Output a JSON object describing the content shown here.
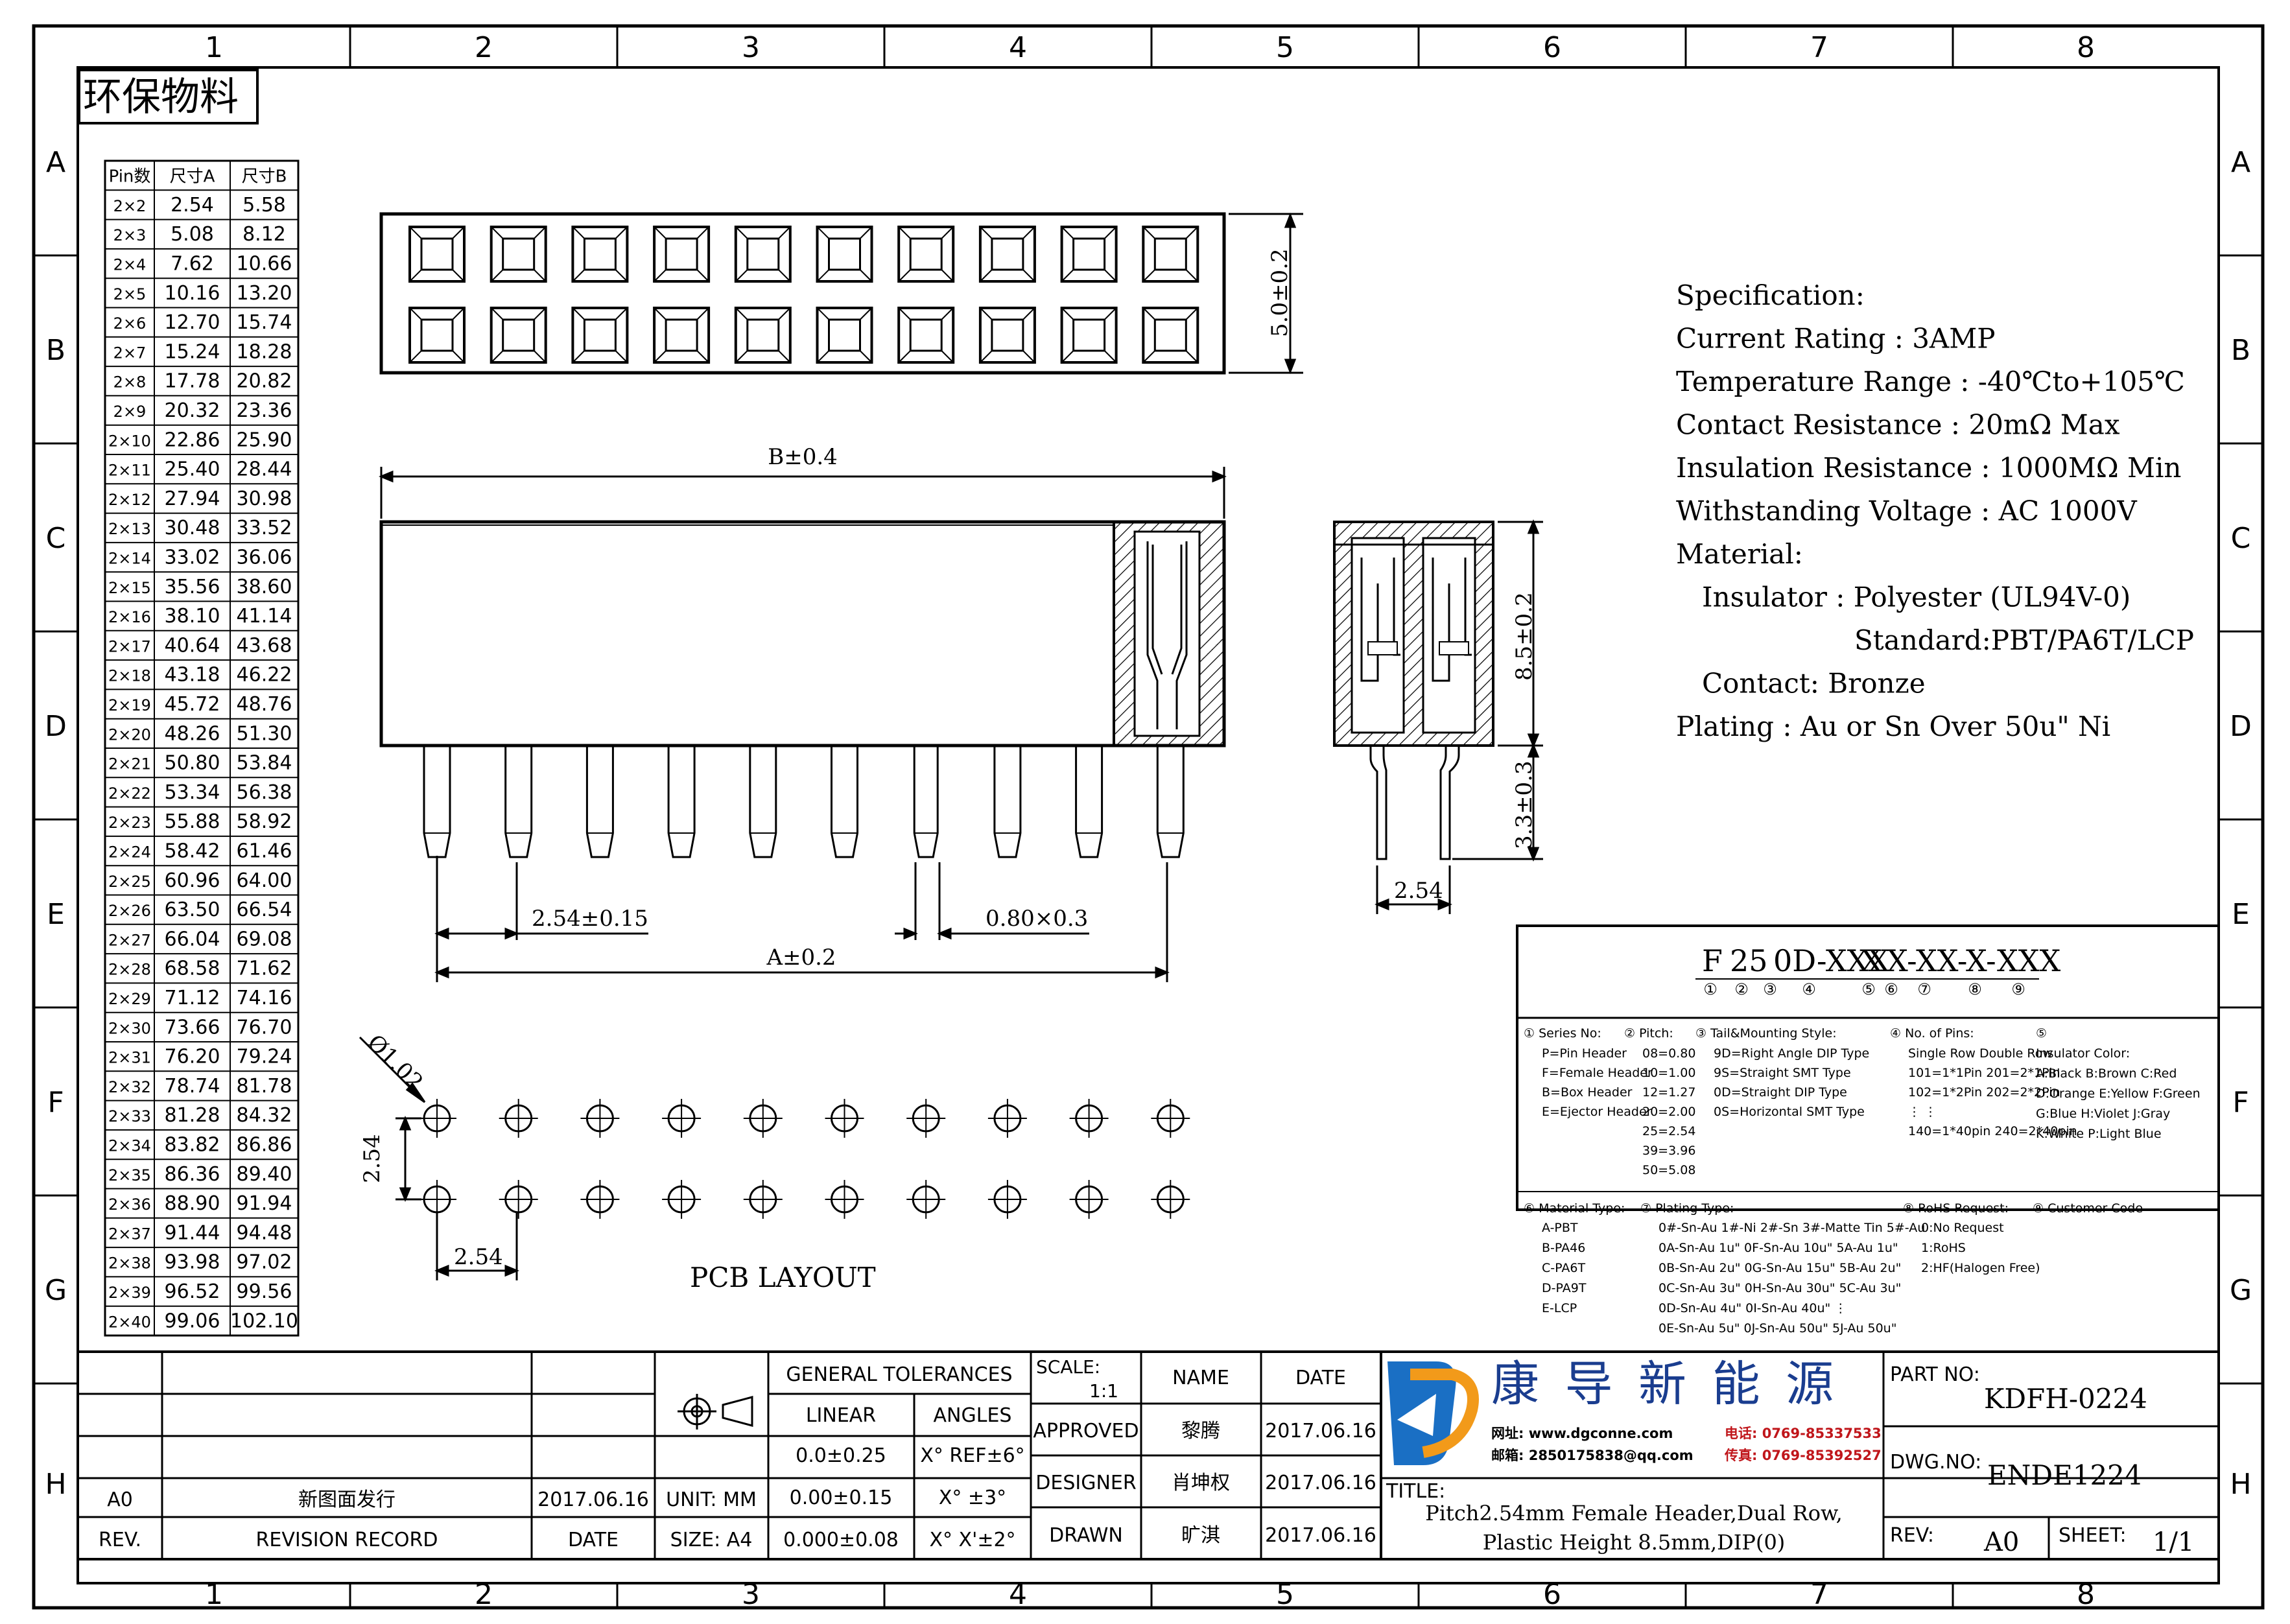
{
  "grid": {
    "cols": [
      "1",
      "2",
      "3",
      "4",
      "5",
      "6",
      "7",
      "8"
    ],
    "rows": [
      "A",
      "B",
      "C",
      "D",
      "E",
      "F",
      "G",
      "H"
    ]
  },
  "stamp": "环保物料",
  "pin_table": {
    "headers": [
      "Pin数",
      "尺寸A",
      "尺寸B"
    ],
    "rows": [
      [
        "2×2",
        "2.54",
        "5.58"
      ],
      [
        "2×3",
        "5.08",
        "8.12"
      ],
      [
        "2×4",
        "7.62",
        "10.66"
      ],
      [
        "2×5",
        "10.16",
        "13.20"
      ],
      [
        "2×6",
        "12.70",
        "15.74"
      ],
      [
        "2×7",
        "15.24",
        "18.28"
      ],
      [
        "2×8",
        "17.78",
        "20.82"
      ],
      [
        "2×9",
        "20.32",
        "23.36"
      ],
      [
        "2×10",
        "22.86",
        "25.90"
      ],
      [
        "2×11",
        "25.40",
        "28.44"
      ],
      [
        "2×12",
        "27.94",
        "30.98"
      ],
      [
        "2×13",
        "30.48",
        "33.52"
      ],
      [
        "2×14",
        "33.02",
        "36.06"
      ],
      [
        "2×15",
        "35.56",
        "38.60"
      ],
      [
        "2×16",
        "38.10",
        "41.14"
      ],
      [
        "2×17",
        "40.64",
        "43.68"
      ],
      [
        "2×18",
        "43.18",
        "46.22"
      ],
      [
        "2×19",
        "45.72",
        "48.76"
      ],
      [
        "2×20",
        "48.26",
        "51.30"
      ],
      [
        "2×21",
        "50.80",
        "53.84"
      ],
      [
        "2×22",
        "53.34",
        "56.38"
      ],
      [
        "2×23",
        "55.88",
        "58.92"
      ],
      [
        "2×24",
        "58.42",
        "61.46"
      ],
      [
        "2×25",
        "60.96",
        "64.00"
      ],
      [
        "2×26",
        "63.50",
        "66.54"
      ],
      [
        "2×27",
        "66.04",
        "69.08"
      ],
      [
        "2×28",
        "68.58",
        "71.62"
      ],
      [
        "2×29",
        "71.12",
        "74.16"
      ],
      [
        "2×30",
        "73.66",
        "76.70"
      ],
      [
        "2×31",
        "76.20",
        "79.24"
      ],
      [
        "2×32",
        "78.74",
        "81.78"
      ],
      [
        "2×33",
        "81.28",
        "84.32"
      ],
      [
        "2×34",
        "83.82",
        "86.86"
      ],
      [
        "2×35",
        "86.36",
        "89.40"
      ],
      [
        "2×36",
        "88.90",
        "91.94"
      ],
      [
        "2×37",
        "91.44",
        "94.48"
      ],
      [
        "2×38",
        "93.98",
        "97.02"
      ],
      [
        "2×39",
        "96.52",
        "99.56"
      ],
      [
        "2×40",
        "99.06",
        "102.10"
      ]
    ]
  },
  "dims": {
    "height_5": "5.0±0.2",
    "b_dim": "B±0.4",
    "pitch": "2.54±0.15",
    "pin_size": "0.80×0.3",
    "a_dim": "A±0.2",
    "height_85": "8.5±0.2",
    "tail_33": "3.3±0.3",
    "side_pitch": "2.54",
    "hole_dia": "Ø1.02",
    "pcb_row": "2.54",
    "pcb_col": "2.54",
    "pcb_label": "PCB LAYOUT"
  },
  "spec": [
    "Specification:",
    "Current Rating : 3AMP",
    "Temperature Range : -40℃to+105℃",
    "Contact Resistance : 20mΩ Max",
    "Insulation Resistance : 1000MΩ Min",
    "Withstanding Voltage : AC 1000V",
    "Material:",
    "Insulator : Polyester (UL94V-0)",
    "Standard:PBT/PA6T/LCP",
    "Contact: Bronze",
    "Plating : Au or Sn Over 50u\" Ni"
  ],
  "part_code": {
    "segments": [
      "F",
      "25",
      "0D-XXX",
      "X",
      "X-",
      "XX-",
      "X-",
      "XXX"
    ],
    "indices": [
      "①",
      "②",
      "③",
      "④",
      "⑤",
      "⑥",
      "⑦",
      "⑧",
      "⑨"
    ],
    "upper": [
      {
        "title": "① Series No:",
        "lines": [
          "P=Pin Header",
          "F=Female Header",
          "B=Box Header",
          "E=Ejector Header"
        ]
      },
      {
        "title": "② Pitch:",
        "lines": [
          "08=0.80",
          "10=1.00",
          "12=1.27",
          "20=2.00",
          "25=2.54",
          "39=3.96",
          "50=5.08"
        ]
      },
      {
        "title": "③ Tail&Mounting Style:",
        "lines": [
          "9D=Right Angle DIP Type",
          "9S=Straight SMT Type",
          "0D=Straight DIP Type",
          "0S=Horizontal SMT Type"
        ]
      },
      {
        "title": "④ No. of Pins:",
        "lines": [
          "Single Row   Double Row",
          "101=1*1Pin   201=2*1Pin",
          "102=1*2Pin   202=2*2Pin",
          "  ⋮             ⋮",
          "140=1*40pin  240=2*40pin"
        ]
      },
      {
        "title": "⑤",
        "lines": [
          "Insulator Color:",
          "A:Black  B:Brown  C:Red",
          "D:Orange E:Yellow F:Green",
          "G:Blue   H:Violet J:Gray",
          "K:White  P:Light Blue"
        ]
      }
    ],
    "lower": [
      {
        "title": "⑥ Material Type:",
        "lines": [
          "A-PBT",
          "B-PA46",
          "C-PA6T",
          "D-PA9T",
          "E-LCP"
        ]
      },
      {
        "title": "⑦ Plating Type:",
        "lines": [
          "0#-Sn-Au 1#-Ni 2#-Sn 3#-Matte Tin 5#-Au",
          "0A-Sn-Au 1u\"  0F-Sn-Au 10u\"  5A-Au 1u\"",
          "0B-Sn-Au 2u\"  0G-Sn-Au 15u\"  5B-Au 2u\"",
          "0C-Sn-Au 3u\"  0H-Sn-Au 30u\"  5C-Au 3u\"",
          "0D-Sn-Au 4u\"  0I-Sn-Au 40u\"     ⋮",
          "0E-Sn-Au 5u\"  0J-Sn-Au 50u\"  5J-Au 50u\""
        ]
      },
      {
        "title": "⑧ RoHS Request:",
        "lines": [
          "0:No Request",
          "1:RoHS",
          "2:HF(Halogen Free)"
        ]
      },
      {
        "title": "⑨ Customer Code",
        "lines": []
      }
    ]
  },
  "title_block": {
    "rev_row": {
      "rev": "A0",
      "record": "新图面发行",
      "date": "2017.06.16"
    },
    "rev_header": {
      "rev": "REV.",
      "record": "REVISION RECORD",
      "date": "DATE"
    },
    "general_tolerances": "GENERAL TOLERANCES",
    "linear": "LINEAR",
    "angles": "ANGLES",
    "tol_rows": [
      [
        "0.0±0.25",
        "X° REF±6°"
      ],
      [
        "0.00±0.15",
        "X° ±3°"
      ],
      [
        "0.000±0.08",
        "X° X'±2°"
      ]
    ],
    "unit": "UNIT: MM",
    "size": "SIZE: A4",
    "scale_label": "SCALE:",
    "scale_value": "1:1",
    "name_header": "NAME",
    "date_header": "DATE",
    "people": [
      {
        "role": "APPROVED",
        "name": "黎腾",
        "date": "2017.06.16"
      },
      {
        "role": "DESIGNER",
        "name": "肖坤权",
        "date": "2017.06.16"
      },
      {
        "role": "DRAWN",
        "name": "旷淇",
        "date": "2017.06.16"
      }
    ],
    "company_cn": "康 导 新 能 源",
    "web": "网址: www.dgconne.com",
    "tel": "电话: 0769-85337533",
    "email": "邮箱: 2850175838@qq.com",
    "fax": "传真: 0769-85392527",
    "title_label": "TITLE:",
    "title_line1": "Pitch2.54mm Female Header,Dual Row,",
    "title_line2": "Plastic Height 8.5mm,DIP(0)",
    "part_no_label": "PART NO:",
    "part_no": "KDFH-0224",
    "dwg_no_label": "DWG.NO:",
    "dwg_no": "ENDE1224",
    "rev_label": "REV:",
    "rev_value": "A0",
    "sheet_label": "SHEET:",
    "sheet_value": "1/1"
  },
  "colors": {
    "ink": "#000000",
    "logo_blue": "#1a6fc4",
    "logo_orange": "#f29a1a",
    "text_blue": "#1a3d8f",
    "text_red": "#c0161b"
  }
}
